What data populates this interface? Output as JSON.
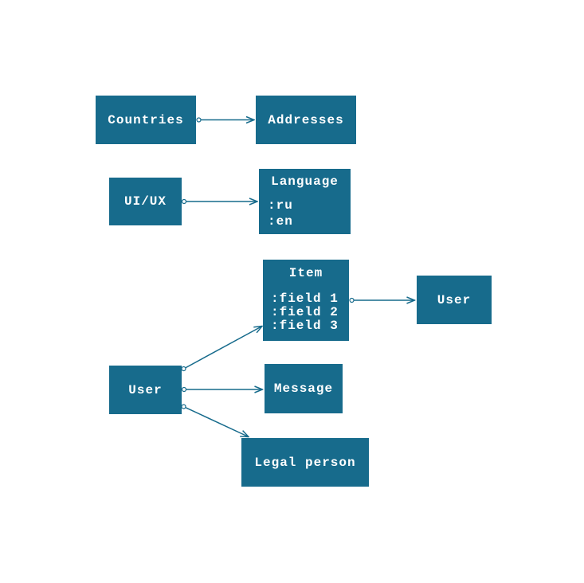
{
  "diagram": {
    "colors": {
      "node_fill": "#176B8C",
      "edge": "#176B8C",
      "text": "#ffffff",
      "background": "#ffffff"
    },
    "nodes": {
      "countries": {
        "label": "Countries"
      },
      "addresses": {
        "label": "Addresses"
      },
      "uiux": {
        "label": "UI/UX"
      },
      "language": {
        "label": "Language",
        "fields": [
          ":ru",
          ":en"
        ]
      },
      "item": {
        "label": "Item",
        "fields": [
          ":field 1",
          ":field 2",
          ":field 3"
        ]
      },
      "user_right": {
        "label": "User"
      },
      "user_hub": {
        "label": "User"
      },
      "message": {
        "label": "Message"
      },
      "legal_person": {
        "label": "Legal person"
      }
    },
    "edges": [
      {
        "from": "Countries",
        "to": "Addresses",
        "source_marker": "circle",
        "target_marker": "arrow"
      },
      {
        "from": "UI/UX",
        "to": "Language",
        "source_marker": "circle",
        "target_marker": "arrow"
      },
      {
        "from": "Item",
        "to": "User",
        "source_marker": "circle",
        "target_marker": "arrow"
      },
      {
        "from": "User",
        "to": "Item",
        "source_marker": "circle",
        "target_marker": "arrow"
      },
      {
        "from": "User",
        "to": "Message",
        "source_marker": "circle",
        "target_marker": "arrow"
      },
      {
        "from": "User",
        "to": "Legal person",
        "source_marker": "circle",
        "target_marker": "arrow"
      }
    ]
  }
}
